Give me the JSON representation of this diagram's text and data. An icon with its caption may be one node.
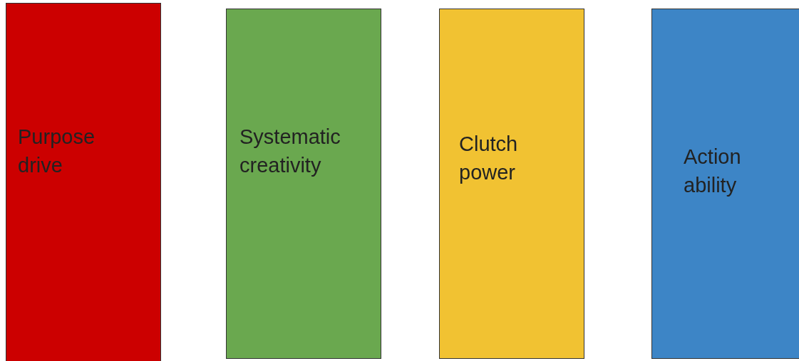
{
  "diagram": {
    "nodes": [
      {
        "text": [
          "Purpose drive"
        ]
      },
      {
        "text": [
          "Systematic creativity"
        ]
      },
      {
        "text": [
          "Clutch power"
        ]
      },
      {
        "text": [
          "Action ability"
        ]
      }
    ]
  }
}
